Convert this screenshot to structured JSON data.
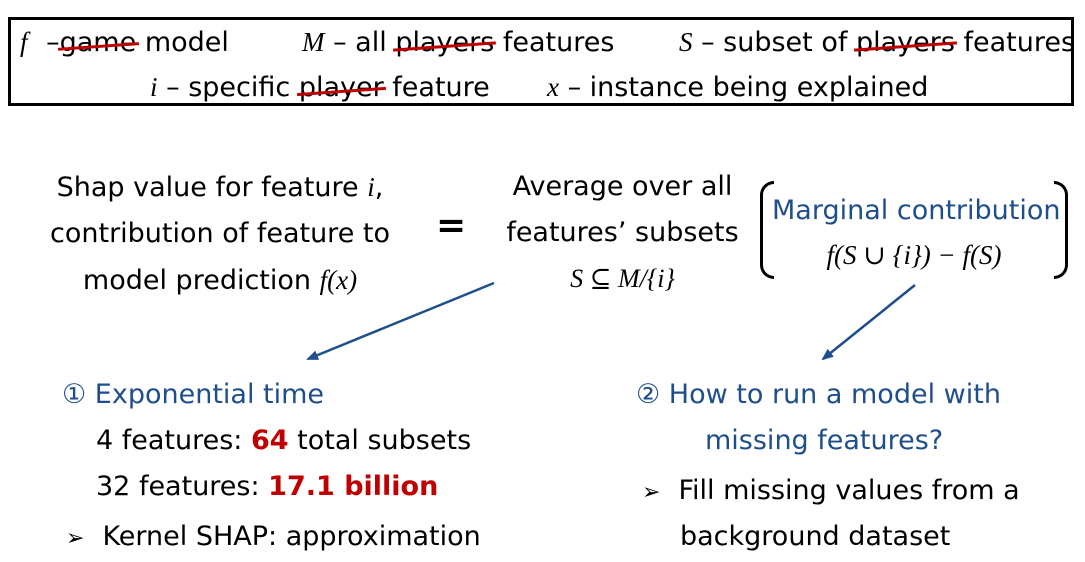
{
  "legend": {
    "f_symbol": "f",
    "f_dash": "–",
    "f_struck": "game",
    "f_rest": "model",
    "M_symbol": "M",
    "M_dash": "– all",
    "M_struck": "players",
    "M_rest": "features",
    "S_symbol": "S",
    "S_dash": "– subset of",
    "S_struck": "players",
    "S_rest": "features",
    "i_symbol": "i",
    "i_dash": "– specific",
    "i_struck": "player",
    "i_rest": "feature",
    "x_symbol": "x",
    "x_dash": "– instance being explained"
  },
  "equation": {
    "left_line1": "Shap value for feature ",
    "left_line1_var": "i",
    "left_line1_end": ",",
    "left_line2": "contribution of feature to",
    "left_line3": "model prediction ",
    "left_line3_math": "f(x)",
    "equals": "=",
    "middle_line1": "Average over all",
    "middle_line2": "features’ subsets",
    "middle_math": "S ⊆ M/{i}",
    "right_title": "Marginal contribution",
    "right_math": "f(S ∪ {i}) − f(S)"
  },
  "point1": {
    "heading": "① Exponential time",
    "line1_prefix": "4 features: ",
    "line1_value": "64",
    "line1_suffix": " total subsets",
    "line2_prefix": "32 features: ",
    "line2_value": "17.1 billion",
    "bullet_symbol": "➢",
    "bullet_text": "Kernel SHAP: approximation"
  },
  "point2": {
    "heading_line1": "② How to run a model with",
    "heading_line2": "missing features?",
    "bullet_symbol": "➢",
    "bullet_line1": "Fill missing values from a",
    "bullet_line2": "background dataset"
  },
  "colors": {
    "blue_text": "#1f4e8c",
    "red_highlight": "#c00000",
    "arrow": "#1f4e8c"
  }
}
